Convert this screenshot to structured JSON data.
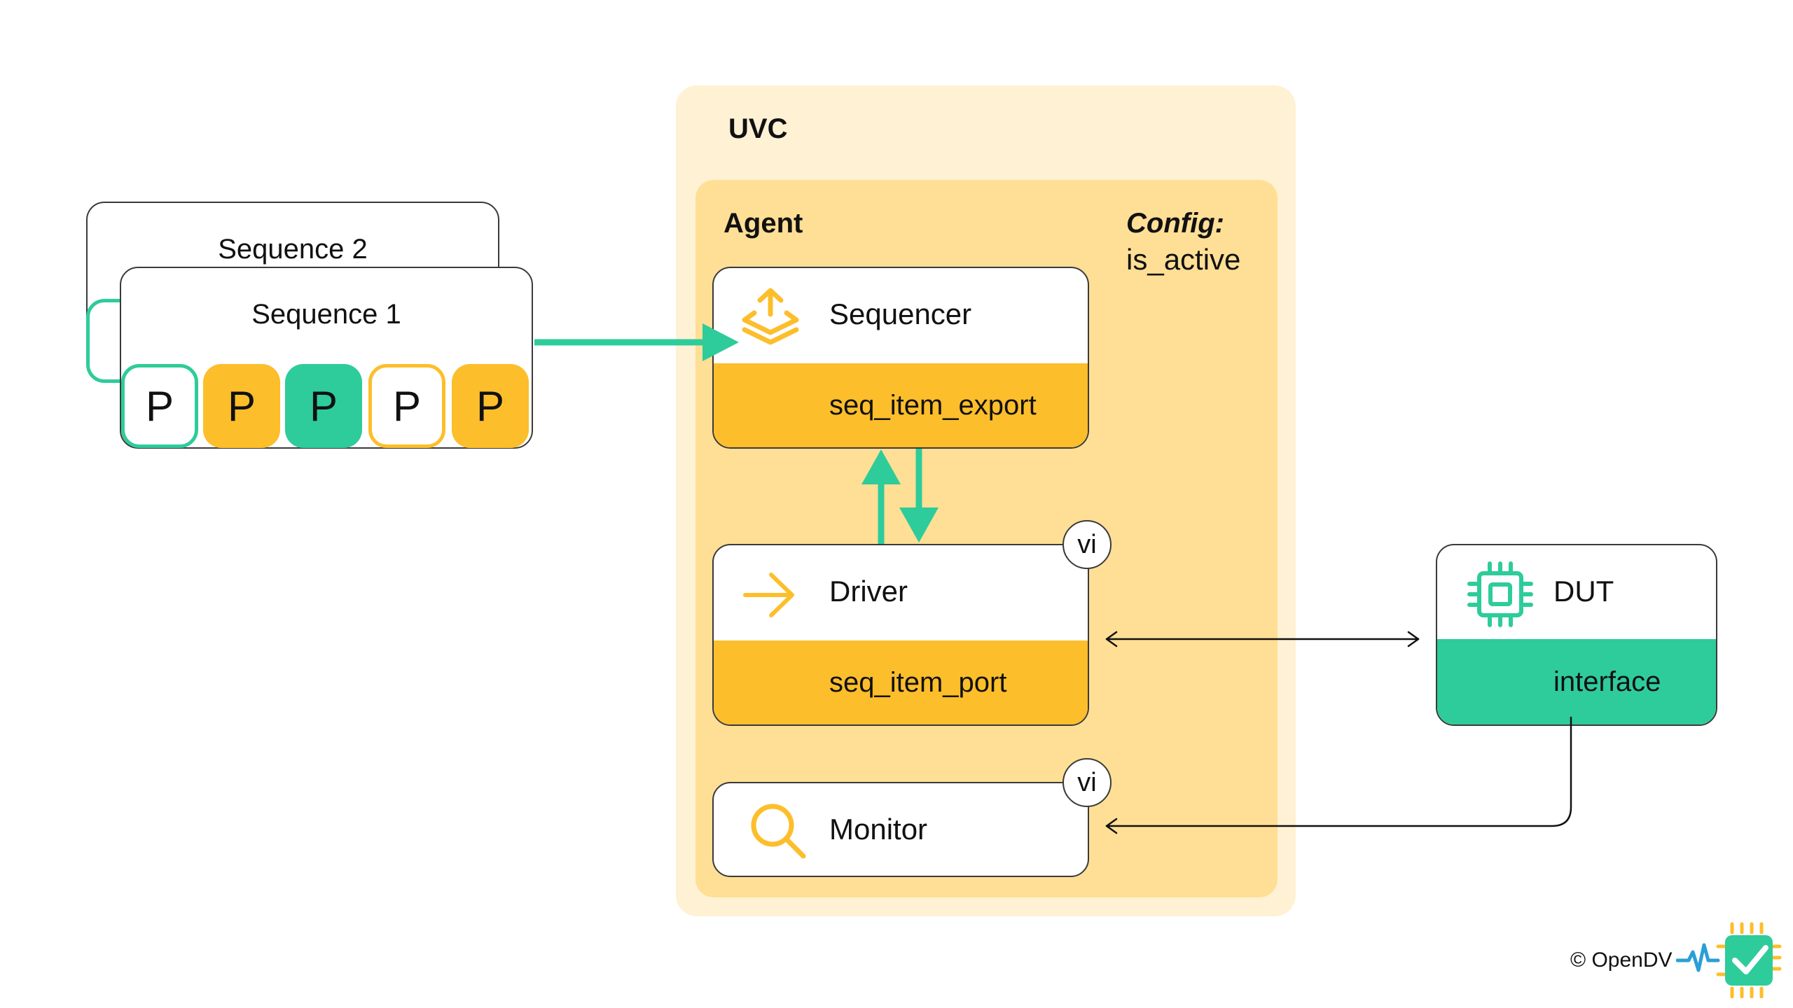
{
  "uvc_label": "UVC",
  "agent_label": "Agent",
  "config": {
    "label": "Config:",
    "value": "is_active"
  },
  "sequences": {
    "back_title": "Sequence 2",
    "front_title": "Sequence 1",
    "items": [
      "P",
      "P",
      "P",
      "P",
      "P"
    ]
  },
  "sequencer": {
    "title": "Sequencer",
    "port": "seq_item_export"
  },
  "driver": {
    "title": "Driver",
    "port": "seq_item_port",
    "badge": "vi"
  },
  "monitor": {
    "title": "Monitor",
    "badge": "vi"
  },
  "dut": {
    "title": "DUT",
    "port": "interface"
  },
  "copyright": "© OpenDV",
  "colors": {
    "green": "#2ecc9a",
    "yellow": "#fdbe2b",
    "agent_bg": "#ffdf95",
    "uvc_bg": "#fff1d4"
  },
  "icons": [
    "layers-upload-icon",
    "arrow-right-icon",
    "magnifier-icon",
    "chip-icon",
    "opendv-logo-icon"
  ]
}
